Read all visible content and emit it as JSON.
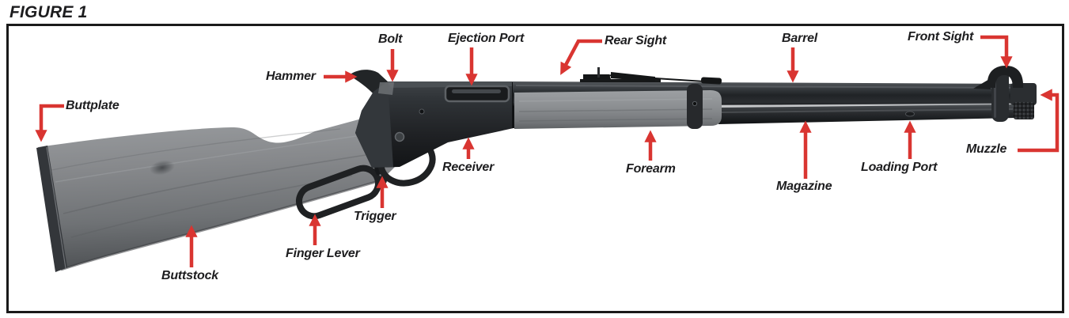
{
  "figure_title": "FIGURE 1",
  "colors": {
    "arrow_red": "#d93531",
    "ink": "#1d1d1f",
    "frame": "#1a1a1a"
  },
  "labels": {
    "buttplate": "Buttplate",
    "hammer": "Hammer",
    "bolt": "Bolt",
    "ejection_port": "Ejection Port",
    "rear_sight": "Rear Sight",
    "barrel": "Barrel",
    "front_sight": "Front Sight",
    "muzzle": "Muzzle",
    "loading_port": "Loading Port",
    "magazine": "Magazine",
    "forearm": "Forearm",
    "receiver": "Receiver",
    "trigger": "Trigger",
    "finger_lever": "Finger Lever",
    "buttstock": "Buttstock"
  }
}
